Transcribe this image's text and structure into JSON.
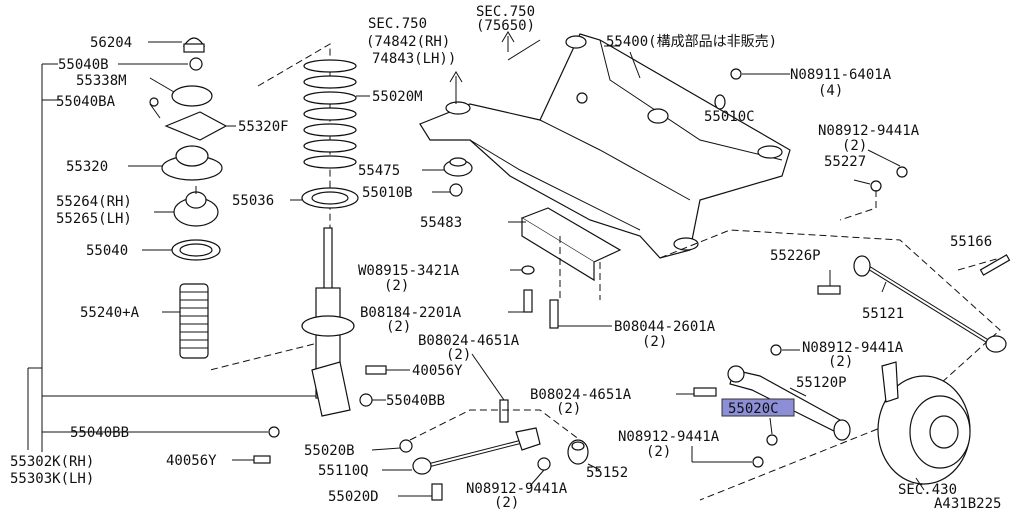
{
  "labels": {
    "p56204": "56204",
    "p55040b": "55040B",
    "p55338m": "55338M",
    "p55040ba": "55040BA",
    "p55320f": "55320F",
    "p55320": "55320",
    "p55264": "55264(RH)",
    "p55265": "55265(LH)",
    "p55040": "55040",
    "p55240a": "55240+A",
    "p55036": "55036",
    "p55020m": "55020M",
    "sec750a": "SEC.750",
    "sec750a_rh": "(74842(RH)",
    "sec750a_lh": "74843(LH))",
    "sec750b": "SEC.750",
    "sec750b_sub": "(75650)",
    "p55400": "55400(構成部品は非販売)",
    "n08911": "N08911-6401A",
    "n08911_q": "(4)",
    "p55010c": "55010C",
    "n08912a": "N08912-9441A",
    "n08912a_q": "(2)",
    "p55227": "55227",
    "p55475": "55475",
    "p55010b": "55010B",
    "p55483": "55483",
    "p55166": "55166",
    "p55226p": "55226P",
    "w08915": "W08915-3421A",
    "w08915_q": "(2)",
    "p55121": "55121",
    "b08184": "B08184-2201A",
    "b08184_q": "(2)",
    "b08044": "B08044-2601A",
    "b08044_q": "(2)",
    "b08024a": "B08024-4651A",
    "b08024a_q": "(2)",
    "n08912b": "N08912-9441A",
    "n08912b_q": "(2)",
    "p40056y_a": "40056Y",
    "p55120p": "55120P",
    "p55040bb_a": "55040BB",
    "b08024b": "B08024-4651A",
    "b08024b_q": "(2)",
    "p55020c": "55020C",
    "p55040bb_b": "55040BB",
    "n08912c": "N08912-9441A",
    "n08912c_q": "(2)",
    "p55020b": "55020B",
    "p55152": "55152",
    "p55302k": "55302K(RH)",
    "p55303k": "55303K(LH)",
    "p40056y_b": "40056Y",
    "p55110q": "55110Q",
    "n08912d": "N08912-9441A",
    "n08912d_q": "(2)",
    "p55020d": "55020D",
    "sec430": "SEC.430",
    "fig_code": "A431B225"
  },
  "colors": {
    "highlight": "#8c8fd6",
    "line": "#111111"
  }
}
